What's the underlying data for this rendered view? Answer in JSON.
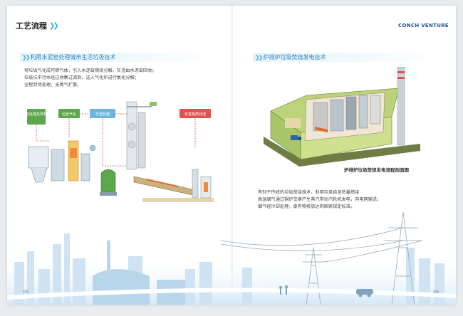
{
  "header": {
    "title": "工艺流程",
    "logo_text": "CONCH VENTURE"
  },
  "left": {
    "section_title": "利用水泥窑处理城市生活垃圾技术",
    "paragraph": [
      "将垃圾气化成可燃气体，引入水泥窑燃烧分解，灰渣由水泥窑回收；",
      "垃圾坑中污水经过收集过滤后，送入气化炉进行氧化分解；",
      "全程封闭处理，无臭气扩散。"
    ],
    "diagram_labels": [
      "前处理及供料",
      "垃圾气化",
      "灰渣处理",
      "有害物质处理"
    ]
  },
  "right": {
    "section_title": "炉排炉垃圾焚烧发电技术",
    "photo_caption": "炉排炉垃圾焚烧发电流程剖面图",
    "paragraph": [
      "有别于传统的垃圾焚烧技术，利用垃圾自身热量燃烧",
      "高温烟气通过锅炉交换产生蒸汽带动汽轮机发电，向电网输送；",
      "烟气经冷却处理，废有物排放达到国家规定标准。"
    ]
  },
  "footer": {
    "page_left": "05",
    "page_right": "06"
  },
  "colors": {
    "accent": "#3fa9d8",
    "section_text": "#2980c0",
    "label_green": "#5aa84a",
    "label_blue": "#6cb6de",
    "label_red": "#e05050",
    "logo_blue": "#1e4f91"
  }
}
